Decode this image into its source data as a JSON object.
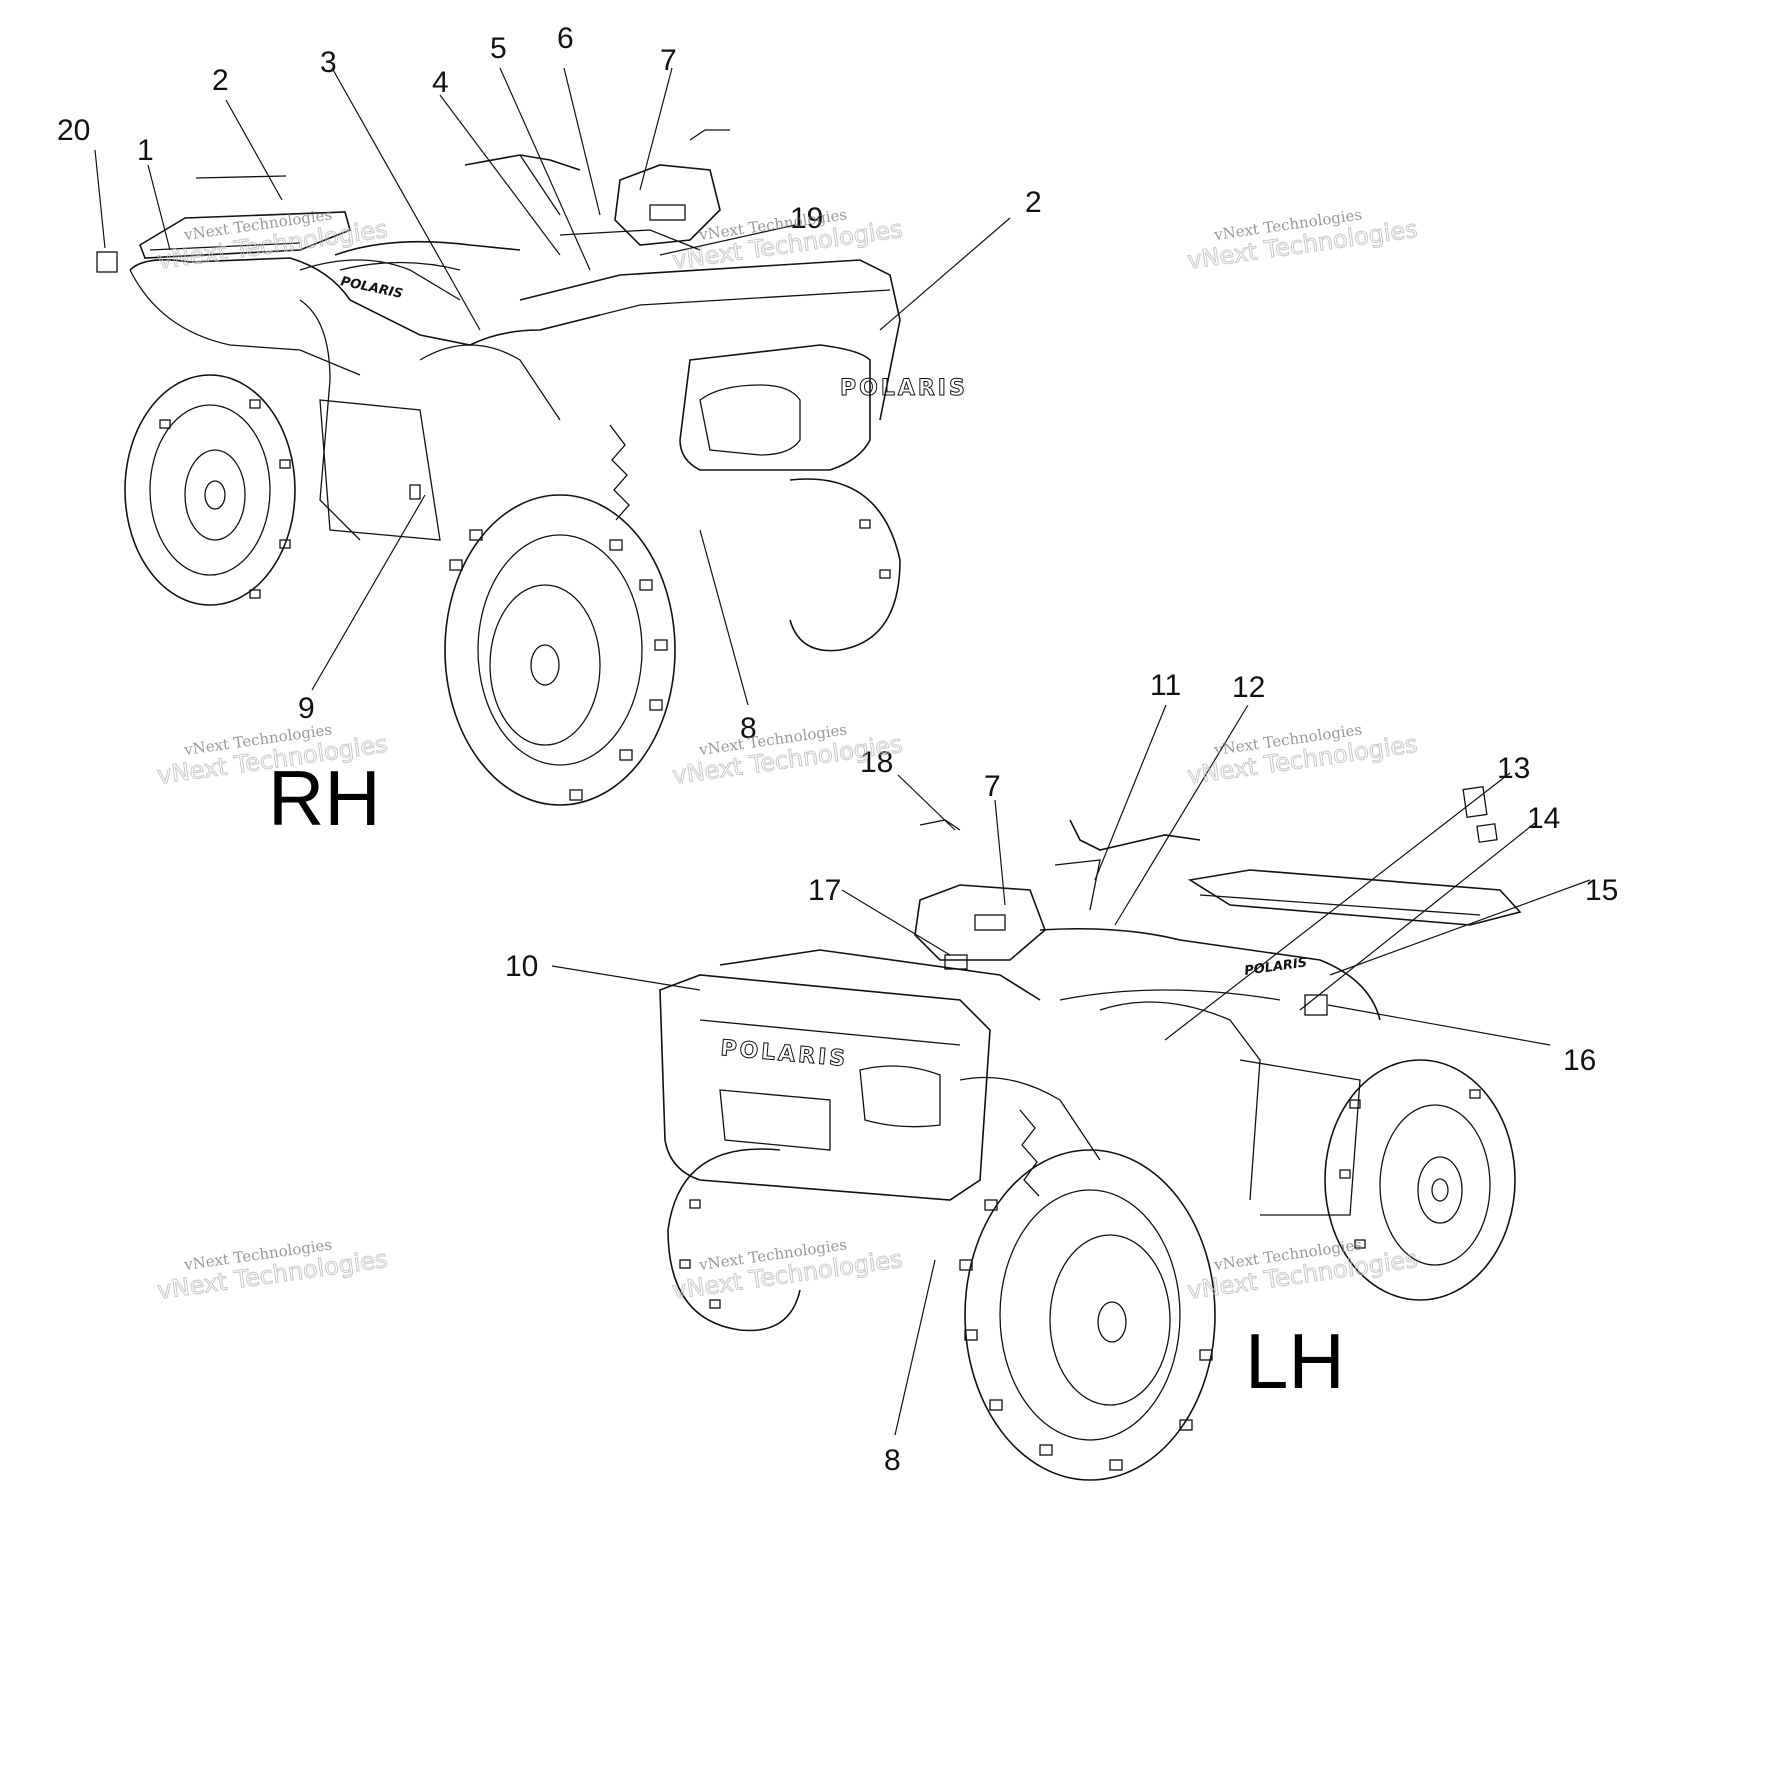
{
  "diagram": {
    "views": [
      {
        "id": "rh",
        "label": "RH"
      },
      {
        "id": "lh",
        "label": "LH"
      }
    ],
    "brand_text": "POLARIS",
    "watermark": {
      "line1": "vNext Technologies",
      "line2": "vNext Technologies"
    },
    "callouts_rh": [
      "20",
      "1",
      "2",
      "3",
      "4",
      "5",
      "6",
      "7",
      "19",
      "2",
      "9",
      "8"
    ],
    "callouts_lh": [
      "18",
      "7",
      "17",
      "10",
      "11",
      "12",
      "13",
      "14",
      "15",
      "16",
      "8"
    ]
  }
}
